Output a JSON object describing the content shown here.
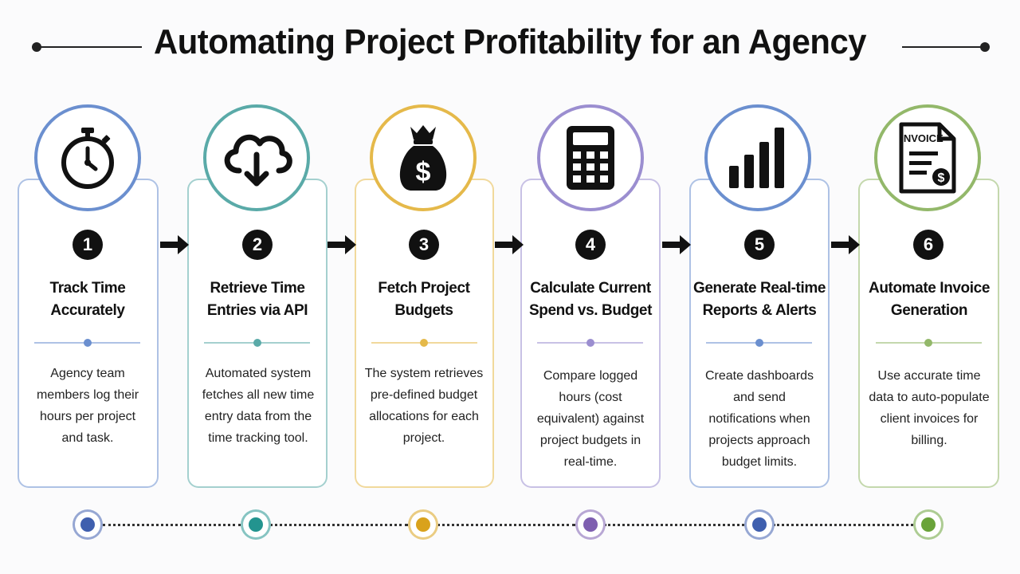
{
  "title": "Automating Project Profitability for an Agency",
  "steps": [
    {
      "number": "1",
      "title_line1": "Track Time",
      "title_line2": "Accurately",
      "description": "Agency team members log their hours per project and task.",
      "icon": "stopwatch-icon",
      "color": "#6b8fcf"
    },
    {
      "number": "2",
      "title_line1": "Retrieve Time",
      "title_line2": "Entries via API",
      "description": "Automated system fetches all new time entry data from the time tracking tool.",
      "icon": "cloud-download-icon",
      "color": "#5aaaa8"
    },
    {
      "number": "3",
      "title_line1": "Fetch Project",
      "title_line2": "Budgets",
      "description": "The system retrieves pre-defined budget allocations for each project.",
      "icon": "money-bag-icon",
      "color": "#e5b94a"
    },
    {
      "number": "4",
      "title_line1": "Calculate Current",
      "title_line2": "Spend vs. Budget",
      "description": "Compare logged hours (cost equivalent) against project budgets in real-time.",
      "icon": "calculator-icon",
      "color": "#9b8ed0"
    },
    {
      "number": "5",
      "title_line1": "Generate Real-time",
      "title_line2": "Reports & Alerts",
      "description": "Create dashboards and send notifications when projects approach budget limits.",
      "icon": "bar-chart-icon",
      "color": "#6b8fcf"
    },
    {
      "number": "6",
      "title_line1": "Automate Invoice",
      "title_line2": "Generation",
      "description": "Use accurate time data to auto-populate client invoices for billing.",
      "icon": "invoice-icon",
      "color": "#93b86a",
      "icon_label": "INVOICE"
    }
  ],
  "timeline_colors": [
    "#3f5fae",
    "#23948f",
    "#d9a21c",
    "#7e5fb0",
    "#3f5fae",
    "#6aa33a"
  ]
}
